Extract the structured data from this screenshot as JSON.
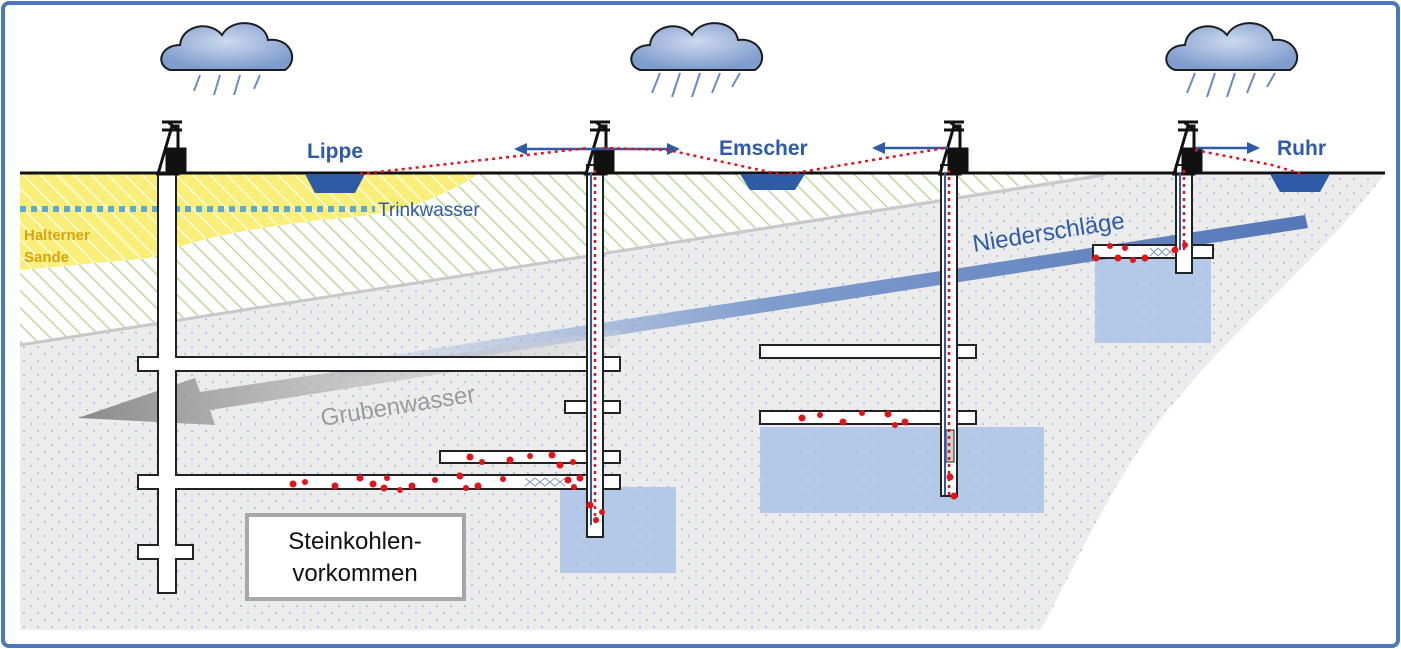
{
  "labels": {
    "lippe": "Lippe",
    "emscher": "Emscher",
    "ruhr": "Ruhr",
    "trinkwasser": "Trinkwasser",
    "halterner_line1": "Halterner",
    "halterner_line2": "Sande",
    "niederschlaege": "Niederschläge",
    "grubenwasser": "Grubenwasser",
    "steinkohle_line1": "Steinkohlen-",
    "steinkohle_line2": "vorkommen"
  },
  "colors": {
    "frame": "#4a78b8",
    "river_blue": "#2e5aa6",
    "water_pool": "#a9c3e6",
    "rock": "#ececec",
    "rock_dots": "#8fa8d8",
    "sand_yellow": "#f6ea5c",
    "hatch_green": "#b9dc9a",
    "pollutant_red": "#e0141b",
    "gruben_arrow": "#9a9a9a",
    "nieder_arrow": "#5577b8"
  }
}
